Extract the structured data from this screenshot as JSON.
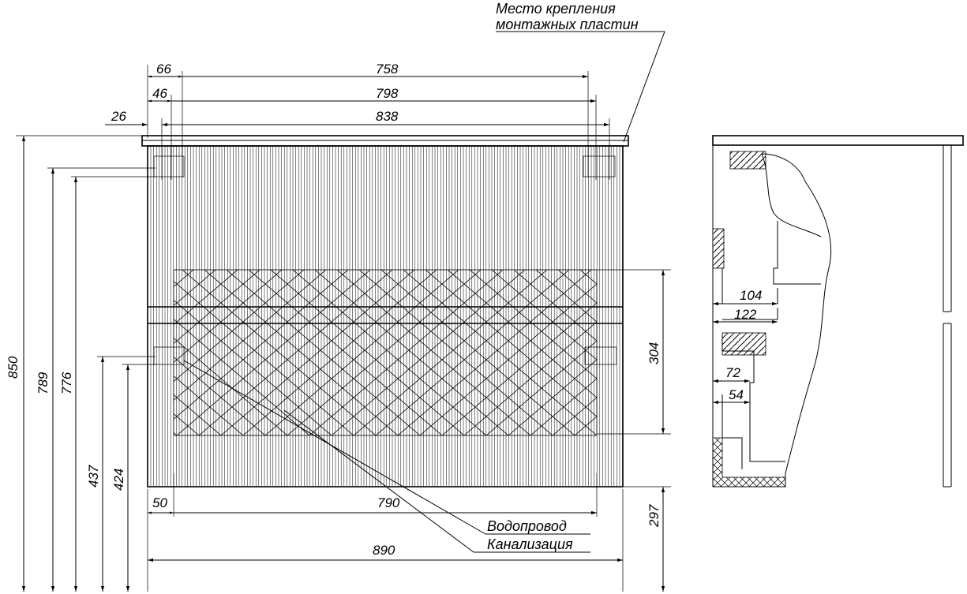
{
  "annotations": {
    "mounting_line1": "Место крепления",
    "mounting_line2": "монтажных пластин",
    "water_supply": "Водопровод",
    "sewage": "Канализация"
  },
  "dimensions": {
    "top_66": "66",
    "top_758": "758",
    "top_46": "46",
    "top_798": "798",
    "top_26": "26",
    "top_838": "838",
    "bottom_50": "50",
    "bottom_790": "790",
    "bottom_890": "890",
    "left_850": "850",
    "left_789": "789",
    "left_776": "776",
    "left_437": "437",
    "left_424": "424",
    "right_304": "304",
    "right_297": "297",
    "side_104": "104",
    "side_122": "122",
    "side_72": "72",
    "side_54": "54"
  },
  "colors": {
    "line": "#000000",
    "background": "#ffffff"
  }
}
